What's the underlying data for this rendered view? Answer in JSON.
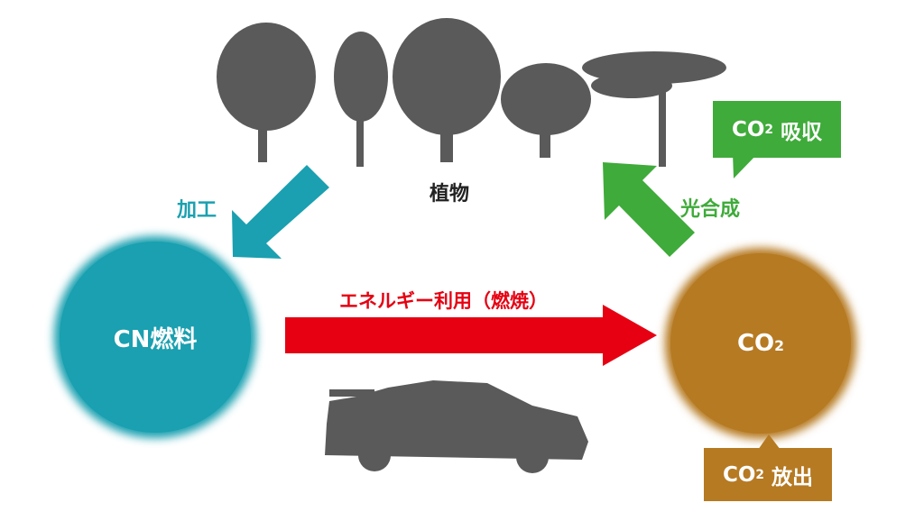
{
  "nodes": {
    "plants": "植物",
    "cn_fuel": "CN燃料",
    "co2": "CO",
    "co2_sub": "2"
  },
  "arrows": {
    "processing": "加工",
    "energy_use": "エネルギー利用（燃焼）",
    "photosynthesis": "光合成"
  },
  "callouts": {
    "absorb_prefix": "CO",
    "absorb_sub": "2",
    "absorb_text": " 吸収",
    "release_prefix": "CO",
    "release_sub": "2",
    "release_text": " 放出"
  },
  "colors": {
    "teal": "#1aa0b0",
    "brown": "#b67a22",
    "green": "#3fab3a",
    "red": "#e60012",
    "silhouette": "#5a5a5a"
  }
}
